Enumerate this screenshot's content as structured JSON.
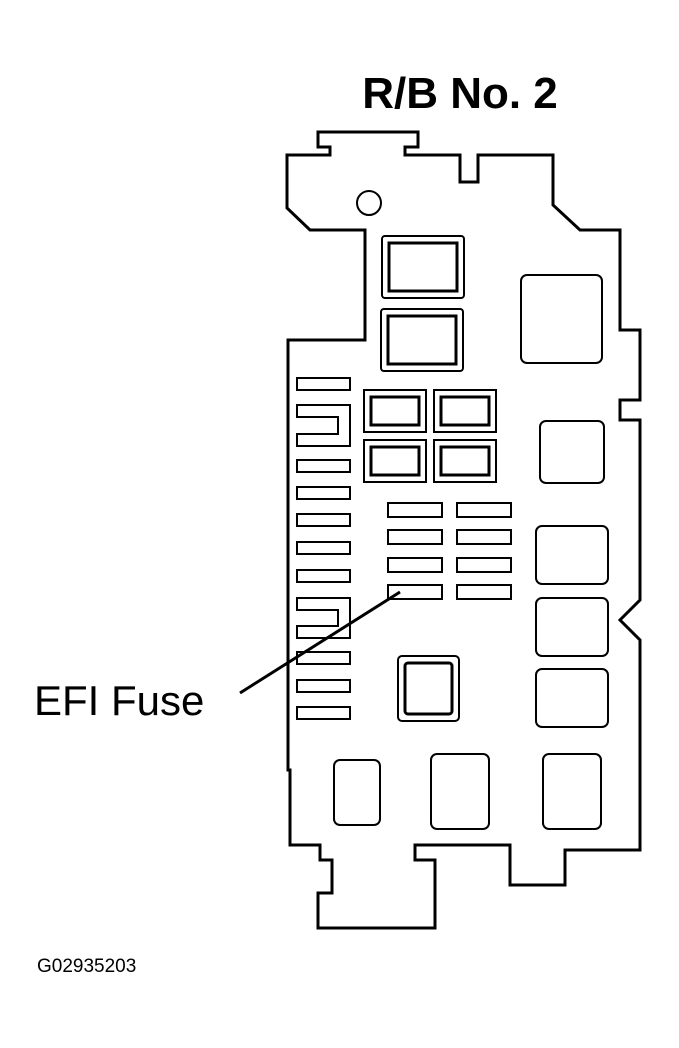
{
  "title": "R/B No. 2",
  "callout": {
    "label": "EFI Fuse"
  },
  "figure_id": "G02935203",
  "colors": {
    "line": "#000000",
    "background": "#ffffff"
  }
}
